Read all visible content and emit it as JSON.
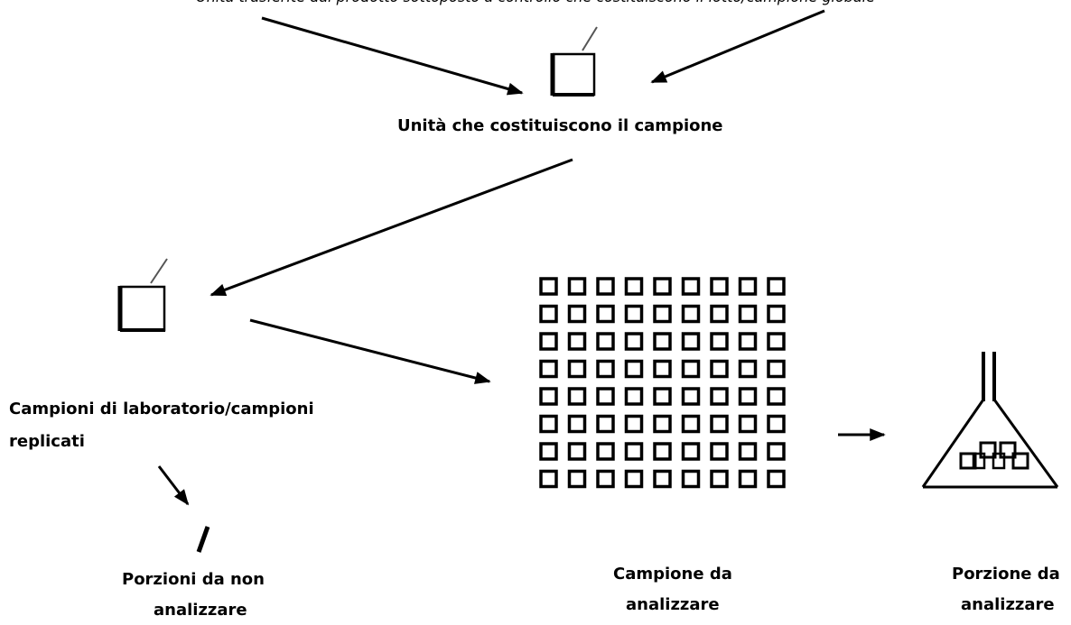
{
  "top_caption": "Unità trasferite dal prodotto sottoposto a controllo che costituiscono il lotto/campione globale",
  "labels": {
    "units_forming_sample": "Unità che costituiscono il campione",
    "lab_samples_line1": "Campioni di laboratorio/campioni",
    "lab_samples_line2": "replicati",
    "portions_not_analyzed_line1": "Porzioni da non",
    "portions_not_analyzed_line2": "analizzare",
    "sample_to_analyze_line1": "Campione da",
    "sample_to_analyze_line2": "analizzare",
    "portion_to_analyze_line1": "Porzione da",
    "portion_to_analyze_line2": "analizzare"
  },
  "colors": {
    "stroke": "#000000",
    "background": "#ffffff"
  },
  "icons": {
    "sample_unit": "sample-unit-icon",
    "lab_sample": "lab-sample-icon",
    "portion_discard": "slash-portion-icon",
    "units_grid": "units-grid-icon",
    "flask": "flask-icon"
  }
}
